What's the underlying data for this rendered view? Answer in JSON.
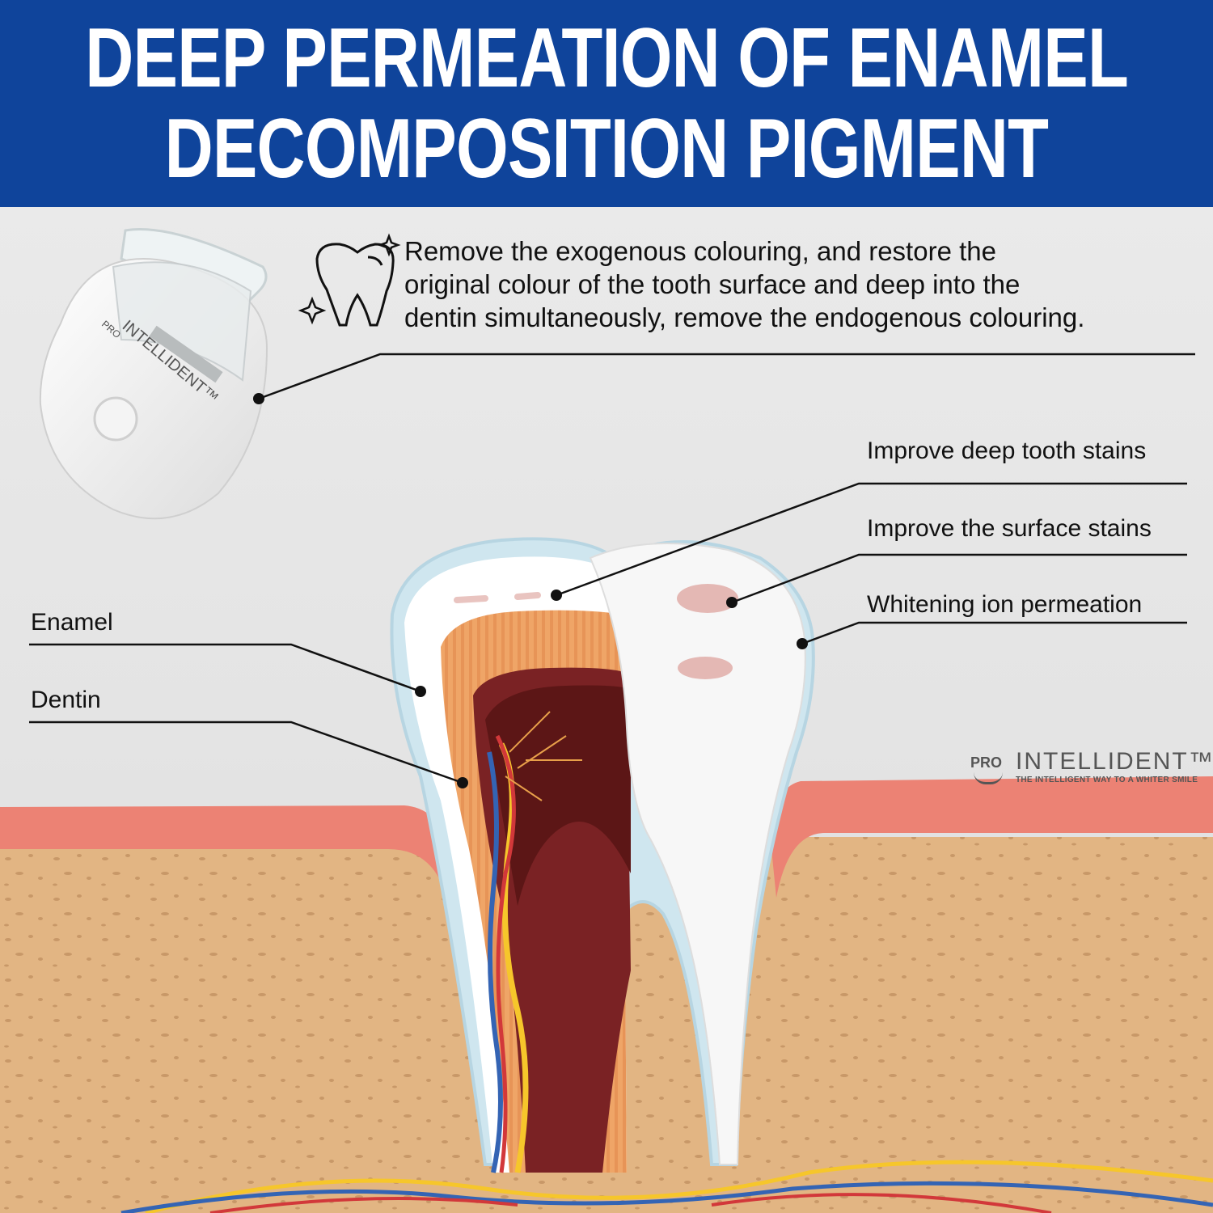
{
  "banner": {
    "line1": "DEEP PERMEATION OF ENAMEL",
    "line2": "DECOMPOSITION PIGMENT",
    "color": "#0f449b"
  },
  "intro": {
    "icon": "sparkling-tooth-icon",
    "lines": [
      "Remove the exogenous colouring, and restore the",
      "original colour of the tooth surface and deep into the",
      "dentin simultaneously, remove the endogenous colouring."
    ]
  },
  "device": {
    "brand_pro": "PRO",
    "brand_name": "INTELLIDENT™"
  },
  "labels": {
    "deep_stains": "Improve deep tooth stains",
    "surface_stains": "Improve the surface stains",
    "ion_permeation": "Whitening ion permeation",
    "enamel": "Enamel",
    "dentin": "Dentin"
  },
  "logo": {
    "pro": "PRO",
    "brand": "INTELLIDENT™",
    "tagline": "THE INTELLIGENT WAY TO A WHITER SMILE"
  }
}
